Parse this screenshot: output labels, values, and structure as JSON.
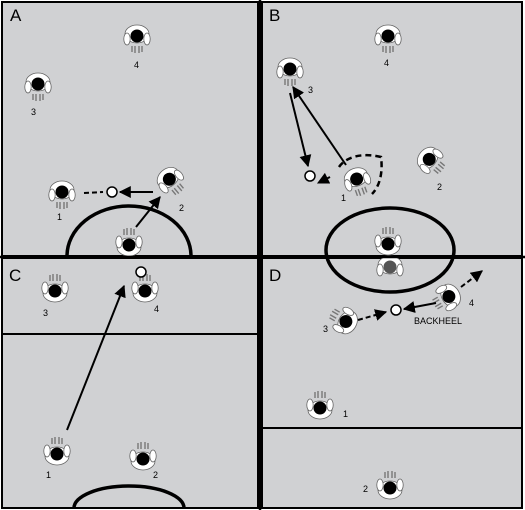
{
  "colors": {
    "field": "#d0d1d3",
    "line": "#000000",
    "player_body": "#ffffff",
    "player_head": "#000000",
    "shadow_head": "#555555"
  },
  "icons": {
    "player": "player-topdown-icon",
    "ball": "ball-icon",
    "pass": "solid-arrow-icon",
    "run": "dashed-arrow-icon",
    "feint": "dashed-curve-icon"
  },
  "panels": [
    {
      "id": "a",
      "label": "A",
      "players": [
        "4",
        "3",
        "1",
        "2"
      ]
    },
    {
      "id": "b",
      "label": "B",
      "players": [
        "4",
        "3",
        "1",
        "2"
      ]
    },
    {
      "id": "c",
      "label": "C",
      "players": [
        "3",
        "4",
        "1",
        "2"
      ]
    },
    {
      "id": "d",
      "label": "D",
      "players": [
        "4",
        "3",
        "1",
        "2"
      ],
      "annotation": "BACKHEEL"
    }
  ]
}
